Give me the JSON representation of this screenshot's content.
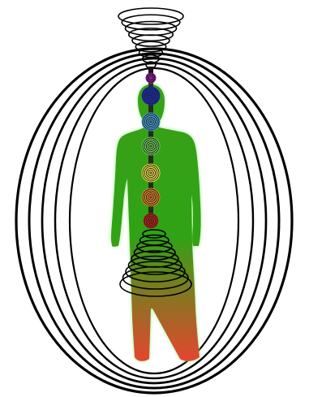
{
  "diagram": {
    "subject": "human-figure-with-chakras-and-energy-field",
    "field_rings": 5,
    "crown_vortex_coils": 9,
    "root_vortex_coils": 9,
    "colors": {
      "field": "#000000",
      "figure_top": "#3a9f17",
      "figure_mid": "#2fa315",
      "figure_bottom": "#e5452f",
      "aura": "#8cf07d"
    },
    "chakras": [
      {
        "name": "crown",
        "color": "#8d1a9a"
      },
      {
        "name": "third-eye",
        "color": "#1c2fbf"
      },
      {
        "name": "throat",
        "color": "#4aa3d8"
      },
      {
        "name": "heart",
        "color": "#6fcf5a"
      },
      {
        "name": "solar-plexus",
        "color": "#f0e14a"
      },
      {
        "name": "sacral",
        "color": "#e88a28"
      },
      {
        "name": "root",
        "color": "#c0261a"
      }
    ]
  }
}
